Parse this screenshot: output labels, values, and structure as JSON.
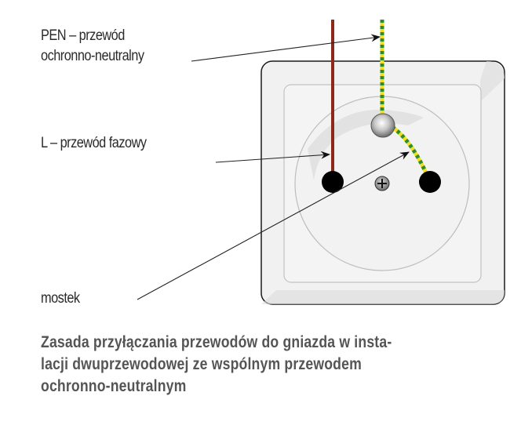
{
  "diagram": {
    "type": "electrical-wiring",
    "subject": "socket outlet with TN-C (PEN) wiring",
    "labels": {
      "pen_line1": "PEN – przewód",
      "pen_line2": "ochronno-neutralny",
      "l_wire": "L – przewód fazowy",
      "bridge": "mostek"
    },
    "caption": {
      "line1": "Zasada przyłączania przewodów do gniazda w insta-",
      "line2": "lacji dwuprzewodowej ze wspólnym przewodem",
      "line3": "ochronno-neutralnym"
    },
    "colors": {
      "phase_wire": "#8b2a1a",
      "pen_green": "#2e8b2e",
      "pen_yellow": "#f0e020",
      "text": "#2a2a2a",
      "caption": "#555555"
    },
    "nodes": [
      {
        "id": "pen-wire",
        "label": "PEN – przewód ochronno-neutralny"
      },
      {
        "id": "l-wire",
        "label": "L – przewód fazowy"
      },
      {
        "id": "bridge",
        "label": "mostek"
      },
      {
        "id": "earth-pin",
        "label": ""
      },
      {
        "id": "left-terminal",
        "label": ""
      },
      {
        "id": "right-terminal",
        "label": ""
      },
      {
        "id": "center-screw",
        "label": ""
      }
    ],
    "edges": [
      {
        "from": "pen-label",
        "to": "pen-wire"
      },
      {
        "from": "l-label",
        "to": "l-wire"
      },
      {
        "from": "mostek-label",
        "to": "bridge"
      }
    ]
  }
}
